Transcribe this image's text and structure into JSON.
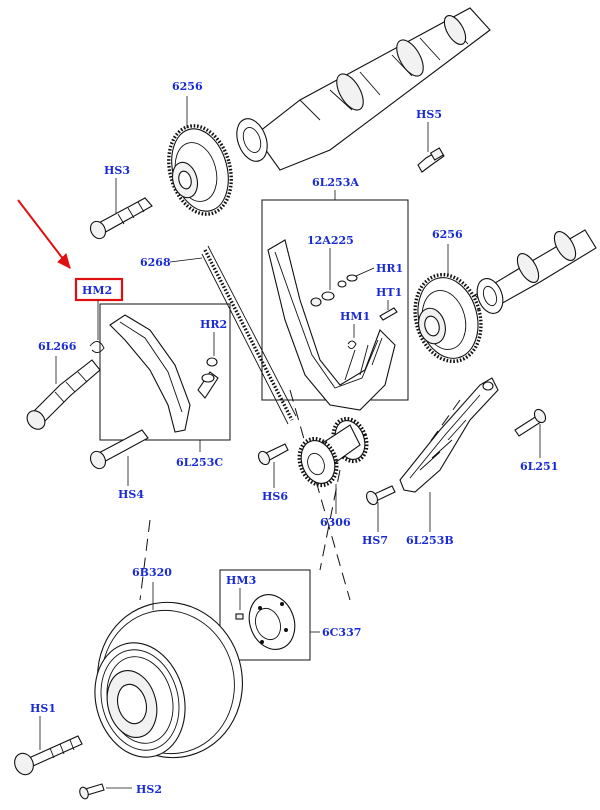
{
  "labels": {
    "cam_upper": "6256",
    "cam_right": "6256",
    "hs5": "HS5",
    "hs3": "HS3",
    "guide_assy": "6L253A",
    "pin_12a225": "12A225",
    "hr1": "HR1",
    "ht1": "HT1",
    "hm1": "HM1",
    "chain": "6268",
    "hm2": "HM2",
    "hr2": "HR2",
    "tensioner": "6L266",
    "guide_c": "6L253C",
    "hs4": "HS4",
    "hs6": "HS6",
    "sprocket": "6306",
    "hs7": "HS7",
    "guide_b": "6L253B",
    "stud": "6L251",
    "damper": "6B320",
    "hm3": "HM3",
    "hub": "6C337",
    "hs1": "HS1",
    "hs2": "HS2"
  },
  "highlight": {
    "target": "HM2",
    "color": "#e01010"
  },
  "label_color": "#1a2bd6"
}
